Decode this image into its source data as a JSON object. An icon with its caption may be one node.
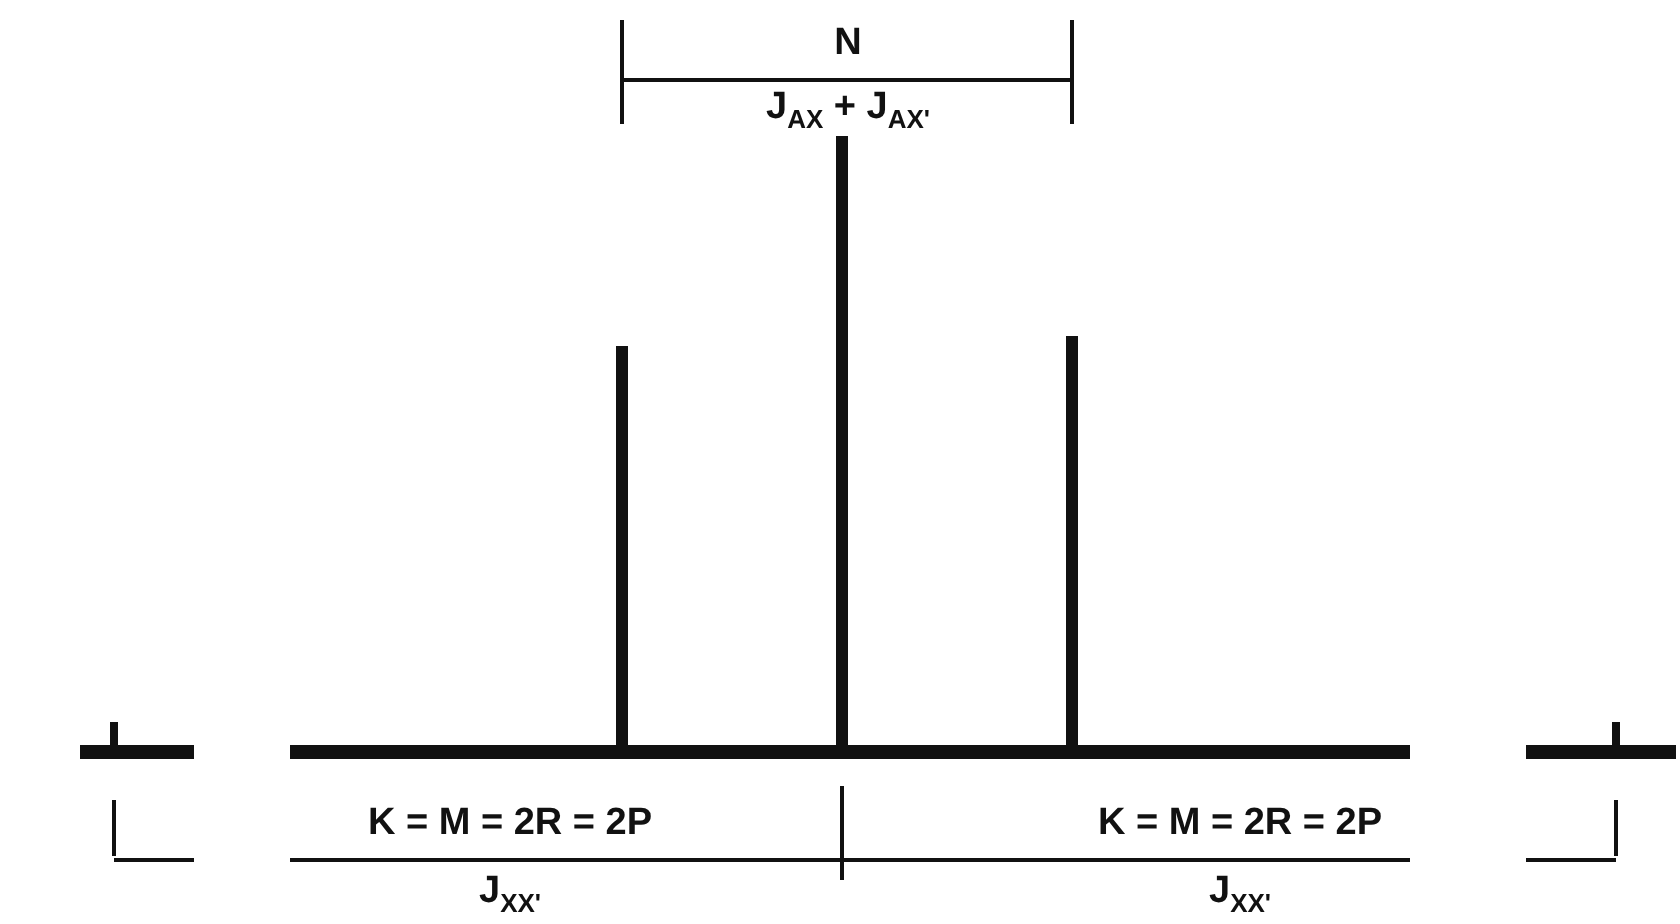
{
  "diagram": {
    "labels": [
      "N",
      "J$_{AX}$ + J$_{AX'}$",
      "K = M = 2R = 2P",
      "K = M = 2R = 2P",
      "J$_{XX'}$",
      "J$_{XX'}$"
    ]
  }
}
